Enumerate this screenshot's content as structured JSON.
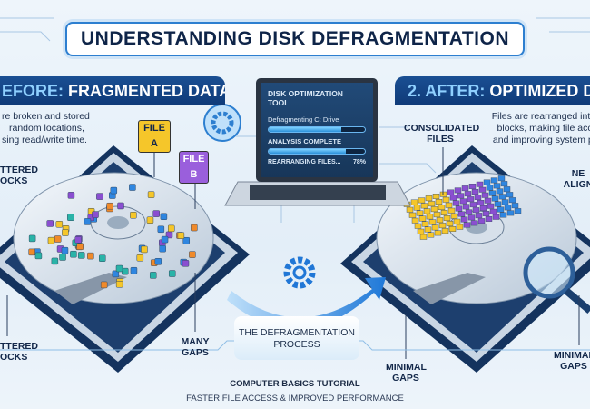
{
  "title": "UNDERSTANDING DISK DEFRAGMENTATION",
  "before": {
    "header_prefix": "EFORE:",
    "header_main": " FRAGMENTED DATA",
    "description": [
      "re broken and stored",
      "random locations,",
      "sing read/write time."
    ],
    "file_a": "FILE A",
    "file_b": "FILE B",
    "scattered_top": [
      "TTERED",
      "OCKS"
    ],
    "scattered_bottom": [
      "TTERED",
      "OCKS"
    ],
    "many_gaps": [
      "MANY",
      "GAPS"
    ]
  },
  "tool": {
    "title": "DISK OPTIMIZATION TOOL",
    "status1": "Defragmenting C: Drive",
    "progress1": 0.75,
    "status2": "ANALYSIS COMPLETE",
    "progress2": 0.8,
    "status3": "REARRANGING FILES...",
    "percent": "78%"
  },
  "process_label": [
    "THE DEFRAGMENTATION",
    "PROCESS"
  ],
  "after": {
    "header_prefix": "2. AFTER:",
    "header_main": " OPTIMIZED DIS",
    "description": [
      "Files are rearranged into c",
      "blocks, making file acce",
      "and improving system per"
    ],
    "consolidated": [
      "CONSOLIDATED",
      "FILES"
    ],
    "aligned": [
      "NE",
      "ALIGN"
    ],
    "minimal_gaps_left": [
      "MINIMAL",
      "GAPS"
    ],
    "minimal_gaps_right": [
      "MINIMAL",
      "GAPS"
    ]
  },
  "footer": {
    "line1": "COMPUTER BASICS TUTORIAL",
    "line2": "FASTER FILE ACCESS & IMPROVED PERFORMANCE"
  },
  "colors": {
    "accent": "#2d7fd0",
    "navy": "#0f3a78",
    "yellow": "#f5c62a",
    "purple": "#8a4fd0",
    "blue": "#2f86e0",
    "teal": "#2ab3a8"
  }
}
